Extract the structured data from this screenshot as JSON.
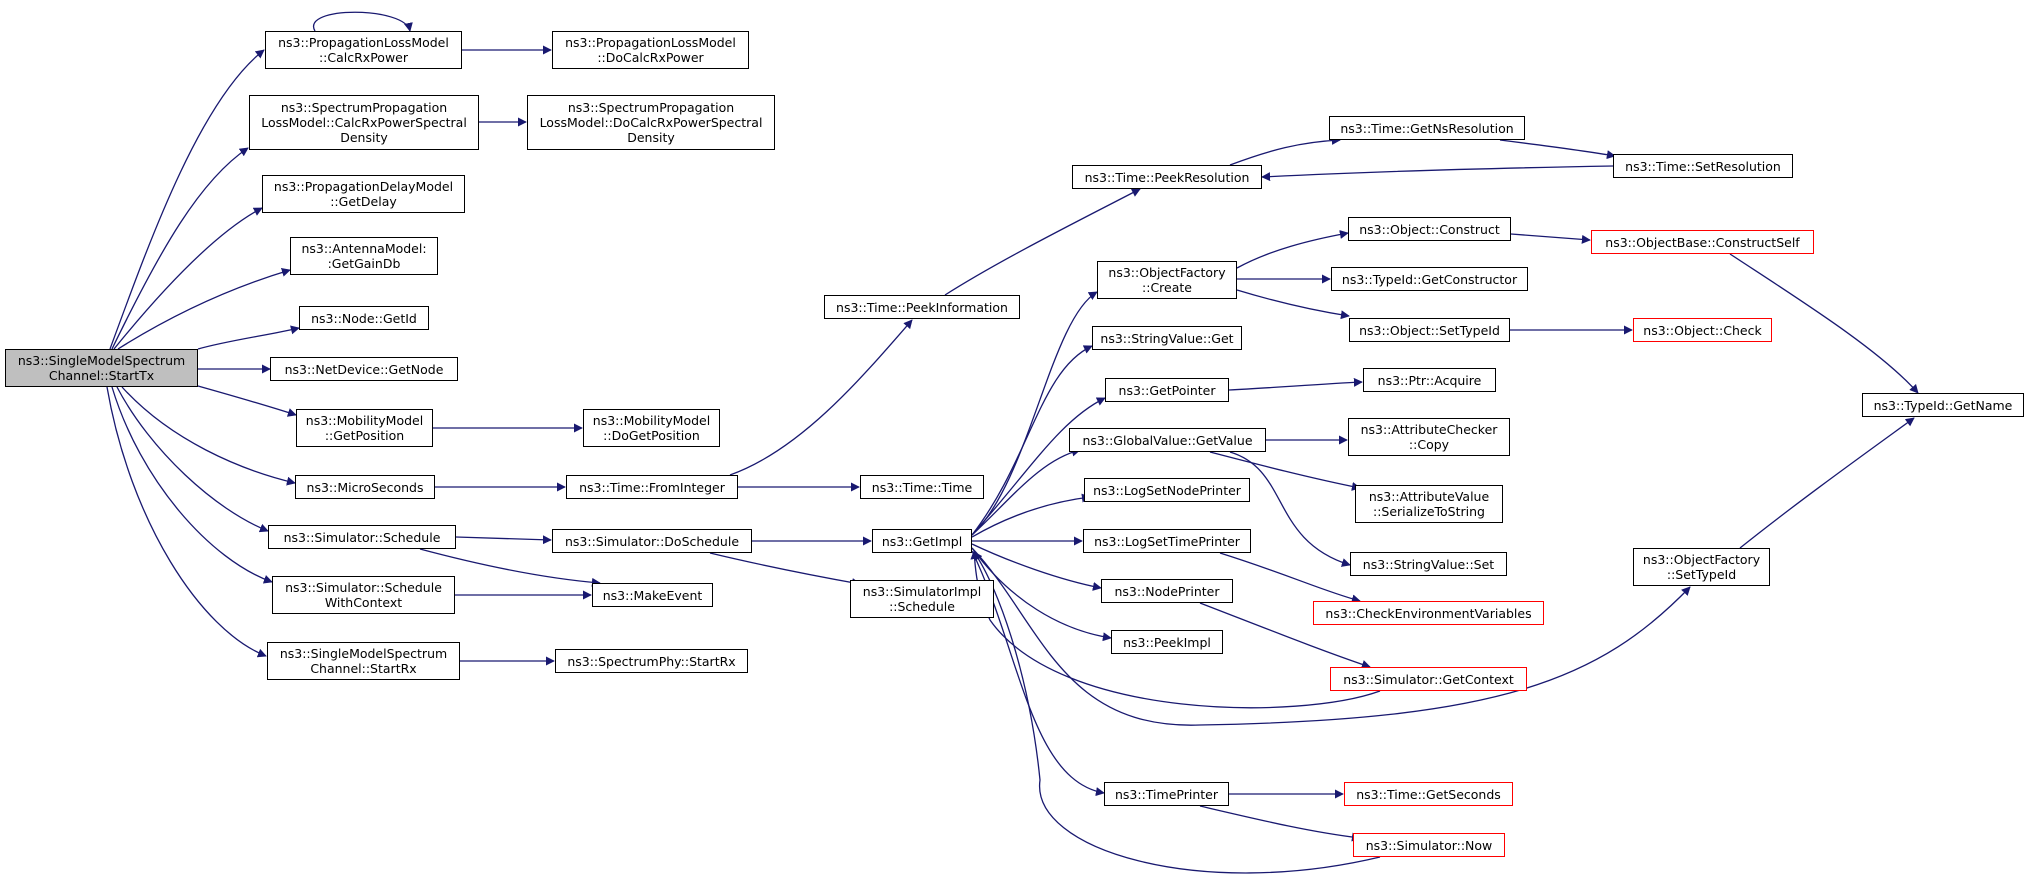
{
  "colors": {
    "edge": "#191970",
    "root_fill": "#bfbfbf",
    "incomplete_border": "#ff0000",
    "border": "#000000"
  },
  "nodes": {
    "start_tx": {
      "lines": [
        "ns3::SingleModelSpectrum",
        "Channel::StartTx"
      ]
    },
    "calc_rx_power": {
      "lines": [
        "ns3::PropagationLossModel",
        "::CalcRxPower"
      ]
    },
    "do_calc_rx_power": {
      "lines": [
        "ns3::PropagationLossModel",
        "::DoCalcRxPower"
      ]
    },
    "spec_calc_rx_psd": {
      "lines": [
        "ns3::SpectrumPropagation",
        "LossModel::CalcRxPowerSpectral",
        "Density"
      ]
    },
    "spec_do_calc_rx_psd": {
      "lines": [
        "ns3::SpectrumPropagation",
        "LossModel::DoCalcRxPowerSpectral",
        "Density"
      ]
    },
    "get_delay": {
      "lines": [
        "ns3::PropagationDelayModel",
        "::GetDelay"
      ]
    },
    "get_gain_db": {
      "lines": [
        "ns3::AntennaModel:",
        ":GetGainDb"
      ]
    },
    "node_get_id": {
      "lines": [
        "ns3::Node::GetId"
      ]
    },
    "netdevice_get_node": {
      "lines": [
        "ns3::NetDevice::GetNode"
      ]
    },
    "mobility_get_position": {
      "lines": [
        "ns3::MobilityModel",
        "::GetPosition"
      ]
    },
    "mobility_do_get_position": {
      "lines": [
        "ns3::MobilityModel",
        "::DoGetPosition"
      ]
    },
    "micro_seconds": {
      "lines": [
        "ns3::MicroSeconds"
      ]
    },
    "time_from_integer": {
      "lines": [
        "ns3::Time::FromInteger"
      ]
    },
    "time_time": {
      "lines": [
        "ns3::Time::Time"
      ]
    },
    "simulator_schedule": {
      "lines": [
        "ns3::Simulator::Schedule"
      ]
    },
    "simulator_do_schedule": {
      "lines": [
        "ns3::Simulator::DoSchedule"
      ]
    },
    "schedule_with_context": {
      "lines": [
        "ns3::Simulator::Schedule",
        "WithContext"
      ]
    },
    "make_event": {
      "lines": [
        "ns3::MakeEvent"
      ]
    },
    "start_rx": {
      "lines": [
        "ns3::SingleModelSpectrum",
        "Channel::StartRx"
      ]
    },
    "spectrum_phy_start_rx": {
      "lines": [
        "ns3::SpectrumPhy::StartRx"
      ]
    },
    "get_impl": {
      "lines": [
        "ns3::GetImpl"
      ]
    },
    "simulator_impl_schedule": {
      "lines": [
        "ns3::SimulatorImpl",
        "::Schedule"
      ]
    },
    "time_peek_information": {
      "lines": [
        "ns3::Time::PeekInformation"
      ]
    },
    "time_peek_resolution": {
      "lines": [
        "ns3::Time::PeekResolution"
      ]
    },
    "time_get_ns_resolution": {
      "lines": [
        "ns3::Time::GetNsResolution"
      ]
    },
    "time_set_resolution": {
      "lines": [
        "ns3::Time::SetResolution"
      ]
    },
    "object_factory_create": {
      "lines": [
        "ns3::ObjectFactory",
        "::Create"
      ]
    },
    "object_construct": {
      "lines": [
        "ns3::Object::Construct"
      ]
    },
    "object_base_construct_self": {
      "lines": [
        "ns3::ObjectBase::ConstructSelf"
      ]
    },
    "typeid_get_constructor": {
      "lines": [
        "ns3::TypeId::GetConstructor"
      ]
    },
    "object_set_type_id": {
      "lines": [
        "ns3::Object::SetTypeId"
      ]
    },
    "object_check": {
      "lines": [
        "ns3::Object::Check"
      ]
    },
    "typeid_get_name": {
      "lines": [
        "ns3::TypeId::GetName"
      ]
    },
    "string_value_get": {
      "lines": [
        "ns3::StringValue::Get"
      ]
    },
    "get_pointer": {
      "lines": [
        "ns3::GetPointer"
      ]
    },
    "ptr_acquire": {
      "lines": [
        "ns3::Ptr::Acquire"
      ]
    },
    "global_value_get_value": {
      "lines": [
        "ns3::GlobalValue::GetValue"
      ]
    },
    "attribute_checker_copy": {
      "lines": [
        "ns3::AttributeChecker",
        "::Copy"
      ]
    },
    "attribute_value_serialize": {
      "lines": [
        "ns3::AttributeValue",
        "::SerializeToString"
      ]
    },
    "string_value_set": {
      "lines": [
        "ns3::StringValue::Set"
      ]
    },
    "log_set_node_printer": {
      "lines": [
        "ns3::LogSetNodePrinter"
      ]
    },
    "log_set_time_printer": {
      "lines": [
        "ns3::LogSetTimePrinter"
      ]
    },
    "check_env_vars": {
      "lines": [
        "ns3::CheckEnvironmentVariables"
      ]
    },
    "node_printer": {
      "lines": [
        "ns3::NodePrinter"
      ]
    },
    "peek_impl": {
      "lines": [
        "ns3::PeekImpl"
      ]
    },
    "simulator_get_context": {
      "lines": [
        "ns3::Simulator::GetContext"
      ]
    },
    "object_factory_set_type_id": {
      "lines": [
        "ns3::ObjectFactory",
        "::SetTypeId"
      ]
    },
    "time_printer": {
      "lines": [
        "ns3::TimePrinter"
      ]
    },
    "time_get_seconds": {
      "lines": [
        "ns3::Time::GetSeconds"
      ]
    },
    "simulator_now": {
      "lines": [
        "ns3::Simulator::Now"
      ]
    }
  }
}
